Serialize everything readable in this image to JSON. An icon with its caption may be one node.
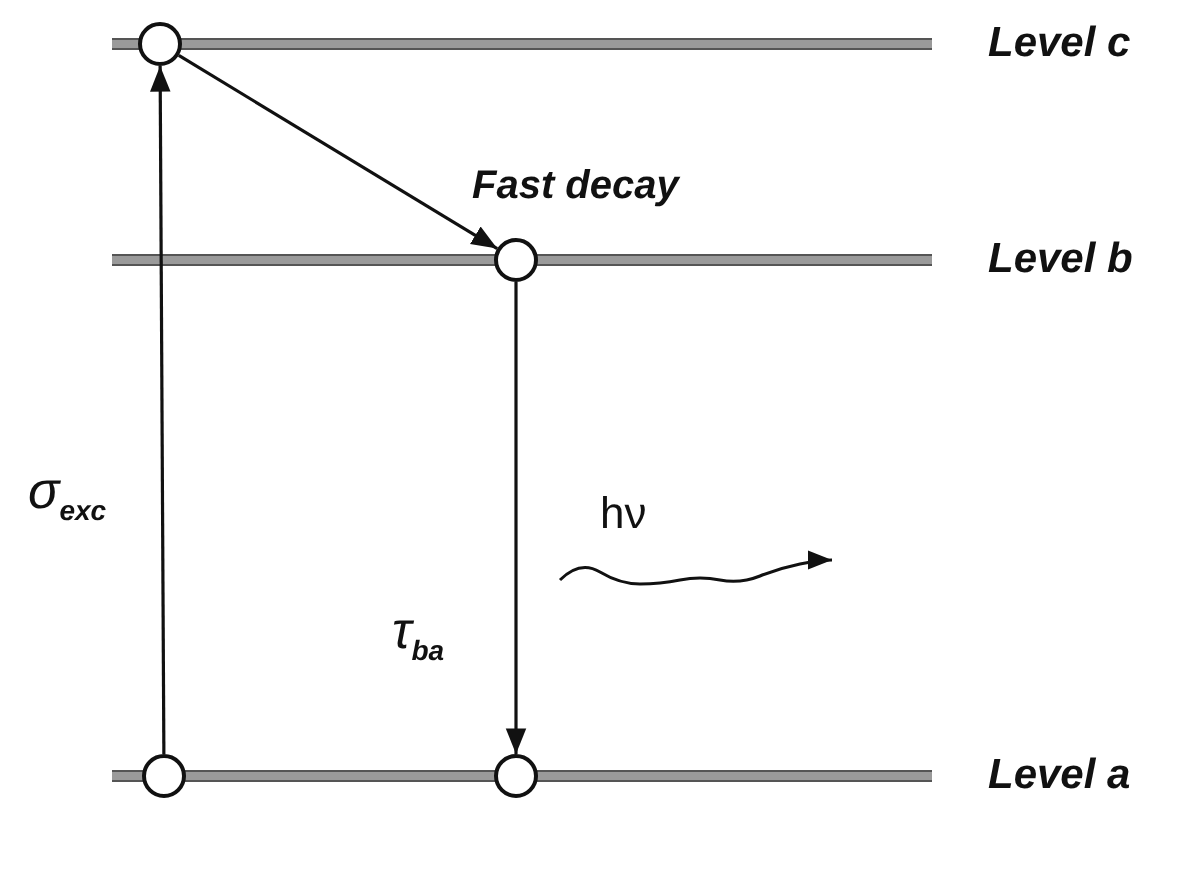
{
  "diagram": {
    "nodes": [
      {
        "text": [
          "Level c"
        ]
      },
      {
        "text": [
          "Level b"
        ]
      },
      {
        "text": [
          "Level a"
        ]
      },
      {
        "text": [],
        "shape": "circle"
      },
      {
        "text": [],
        "shape": "circle"
      },
      {
        "text": [],
        "shape": "circle"
      },
      {
        "text": [],
        "shape": "circle"
      }
    ],
    "edges": [
      {
        "from": 5,
        "to": 3,
        "arrow": "to",
        "label": "σ$_{exc}$"
      },
      {
        "from": 3,
        "to": 4,
        "arrow": "to",
        "label": "Fast decay"
      },
      {
        "from": 4,
        "to": 6,
        "arrow": "to",
        "label": "τ$_{ba}$"
      }
    ],
    "labels": [
      "hν"
    ]
  }
}
